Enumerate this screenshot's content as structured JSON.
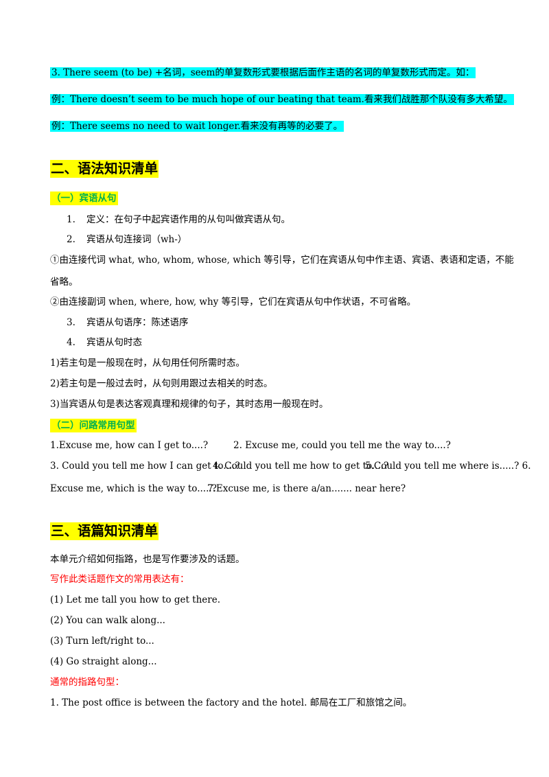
{
  "top_notes": [
    "3. There seem (to be) +名词，seem的单复数形式要根据后面作主语的名词的单复数形式而定。如：",
    "例：There doesn’t seem to be much hope of our beating that team.看来我们战胜那个队没有多大希望。",
    "例：There seems no need to wait longer.看来没有再等的必要了。"
  ],
  "section2": {
    "title": "二、语法知识清单",
    "sub1": {
      "title": "（一）宾语从句",
      "items": [
        {
          "num": "1.",
          "text": "定义：在句子中起宾语作用的从句叫做宾语从句。"
        },
        {
          "num": "2.",
          "text": "宾语从句连接词（wh-）"
        }
      ],
      "para1_line1": "①由连接代词 what, who, whom, whose, which 等引导，它们在宾语从句中作主语、宾语、表语和定语，不能",
      "para1_line2": "省略。",
      "para2": "②由连接副词 when, where, how, why 等引导，它们在宾语从句中作状语，不可省略。",
      "items2": [
        {
          "num": "3.",
          "text": "宾语从句语序：陈述语序"
        },
        {
          "num": "4.",
          "text": "宾语从句时态"
        }
      ],
      "tense_rules": [
        "1)若主句是一般现在时，从句用任何所需时态。",
        "2)若主句是一般过去时，从句则用跟过去相关的时态。",
        "3)当宾语从句是表达客观真理和规律的句子，其时态用一般现在时。"
      ]
    },
    "sub2": {
      "title": "（二）问路常用句型",
      "q1": "1.Excuse me, how can I get to....?",
      "q2": "2. Excuse me, could you tell me the way to....?",
      "q3": "3. Could you tell me how I can get to....?",
      "q4": "4. Could you tell me how to get to....?",
      "q5": "5.Could you tell me where is.....? 6.",
      "q6": "Excuse me, which is the way to.....?",
      "q7": "7.Excuse me, is there a/an....... near here?"
    }
  },
  "section3": {
    "title": "三、语篇知识清单",
    "intro": "本单元介绍如何指路，也是写作要涉及的话题。",
    "expr_label": "写作此类话题作文的常用表达有：",
    "expressions": [
      "(1) Let me tall you how to get there.",
      "(2) You can walk along...",
      "(3) Turn left/right to...",
      "(4) Go straight along..."
    ],
    "pattern_label": "通常的指路句型：",
    "patterns": [
      "1. The post office is between the factory and the hotel.  邮局在工厂和旅馆之间。"
    ]
  },
  "colors": {
    "cyan_highlight": "#00ffff",
    "yellow_highlight": "#ffff00",
    "green_text": "#00b050",
    "red_text": "#ff0000"
  }
}
